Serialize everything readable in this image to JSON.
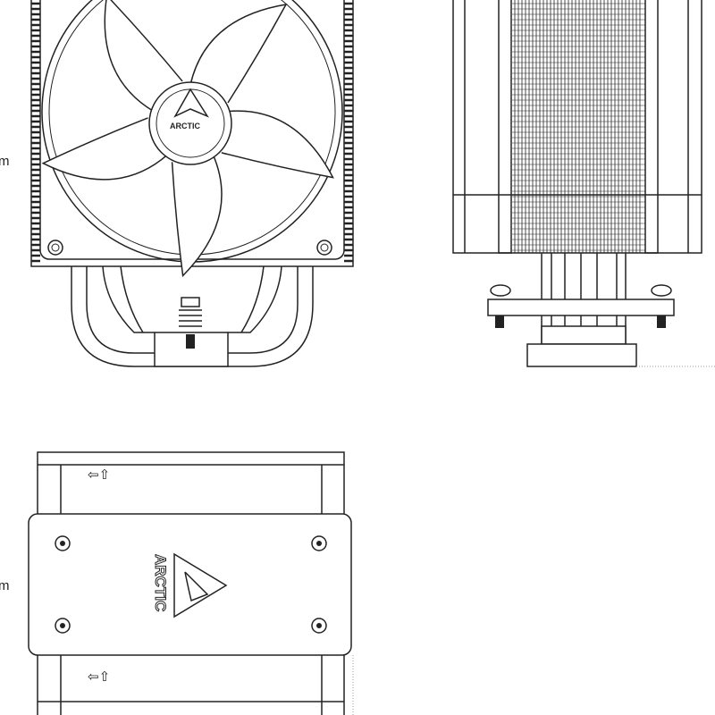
{
  "labels": {
    "edge_unit_top": "m",
    "edge_unit_bottom": "m",
    "fan_hub_logo": "ARCTIC",
    "top_plate_logo": "ARCTIC",
    "airflow_arrows_top": "⇦⇧",
    "airflow_arrows_bottom": "⇦⇧"
  },
  "colors": {
    "line": "#222222",
    "background": "#ffffff"
  }
}
